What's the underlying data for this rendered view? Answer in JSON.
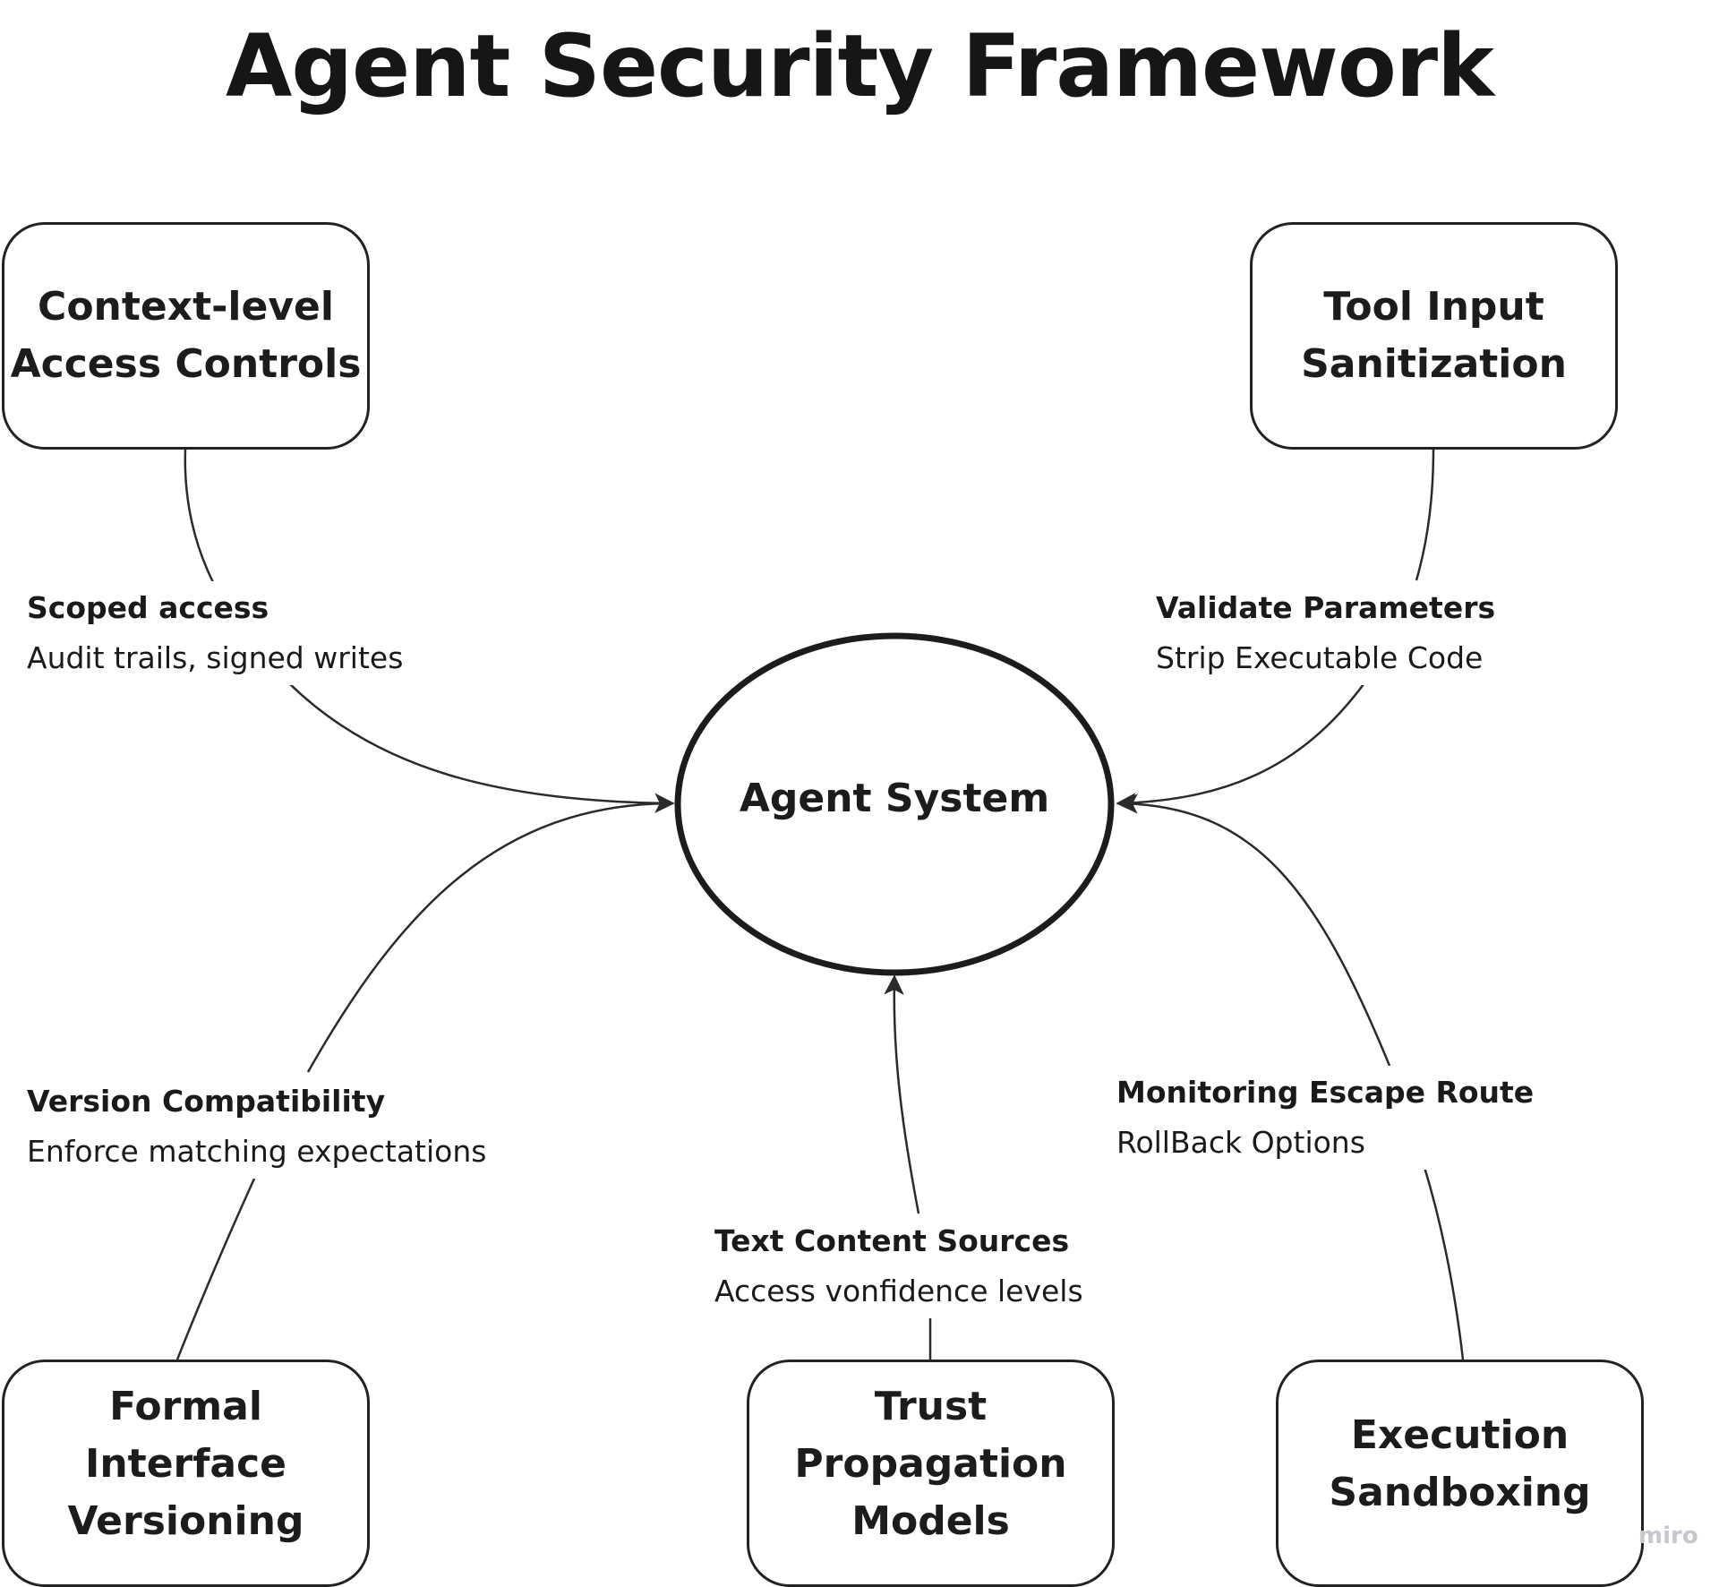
{
  "title": "Agent Security Framework",
  "center_node": {
    "label": "Agent System"
  },
  "nodes": [
    {
      "id": "context",
      "lines": [
        "Context-level",
        "Access Controls"
      ]
    },
    {
      "id": "tool",
      "lines": [
        "Tool Input",
        "Sanitization"
      ]
    },
    {
      "id": "formal",
      "lines": [
        "Formal",
        "Interface",
        "Versioning"
      ]
    },
    {
      "id": "trust",
      "lines": [
        "Trust",
        "Propagation",
        "Models"
      ]
    },
    {
      "id": "execution",
      "lines": [
        "Execution",
        "Sandboxing"
      ]
    }
  ],
  "edges": [
    {
      "from": "context",
      "to": "center",
      "heading": "Scoped access",
      "detail": "Audit trails, signed writes"
    },
    {
      "from": "tool",
      "to": "center",
      "heading": "Validate Parameters",
      "detail": "Strip Executable Code"
    },
    {
      "from": "formal",
      "to": "center",
      "heading": "Version Compatibility",
      "detail": "Enforce matching expectations"
    },
    {
      "from": "trust",
      "to": "center",
      "heading": "Text Content Sources",
      "detail": "Access vonfidence levels"
    },
    {
      "from": "execution",
      "to": "center",
      "heading": "Monitoring Escape Route",
      "detail": "RollBack Options"
    }
  ],
  "colors": {
    "stroke": "#222222",
    "text": "#1a1a1a",
    "background": "#ffffff",
    "watermark": "#c7c7cf"
  },
  "watermark": "miro"
}
